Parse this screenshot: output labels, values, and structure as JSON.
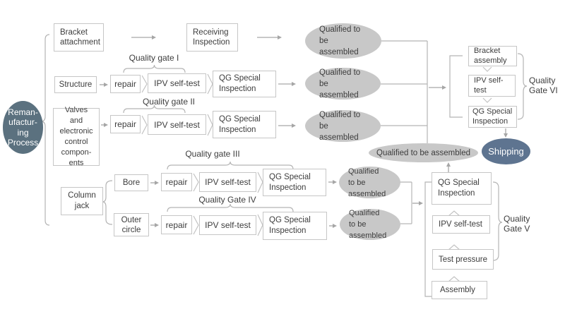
{
  "colors": {
    "background": "#ffffff",
    "process_oval": "#5b717f",
    "shipping_oval": "#5e7490",
    "qualified_oval": "#c8c8c8",
    "box_border": "#c6c6c6",
    "text": "#3d3d3d",
    "line": "#a9a9a9"
  },
  "process": {
    "label": "Reman-ufactur-ing Process"
  },
  "top_branch": {
    "input": "Bracket attachment",
    "step": "Receiving Inspection",
    "result": "Qualified to be assembled"
  },
  "structure_branch": {
    "input": "Structure",
    "gate_label": "Quality gate I",
    "repair": "repair",
    "self_test": "IPV self-test",
    "inspection": "QG Special Inspection",
    "result": "Qualified to be assembled"
  },
  "valves_branch": {
    "input": "Valves and electronic control compon-ents",
    "gate_label": "Quality gate II",
    "repair": "repair",
    "self_test": "IPV self-test",
    "inspection": "QG Special Inspection",
    "result": "Qualified to be assembled"
  },
  "column_jack": {
    "label": "Column jack"
  },
  "bore_branch": {
    "input": "Bore",
    "gate_label": "Quality gate III",
    "repair": "repair",
    "self_test": "IPV self-test",
    "inspection": "QG Special Inspection",
    "result": "Qualified to be assembled"
  },
  "outer_branch": {
    "input": "Outer circle",
    "gate_label": "Quality Gate IV",
    "repair": "repair",
    "self_test": "IPV self-test",
    "inspection": "QG Special Inspection",
    "result": "Qualified to be assembled"
  },
  "gate5": {
    "label": "Quality Gate V",
    "steps": [
      "QG Special Inspection",
      "IPV self-test",
      "Test pressure",
      "Assembly"
    ]
  },
  "gate6": {
    "label": "Quality Gate VI",
    "steps": [
      "Bracket assembly",
      "IPV self-test",
      "QG Special Inspection"
    ]
  },
  "merge": {
    "result": "Qualified to be assembled"
  },
  "shipping": {
    "label": "Shipping"
  }
}
